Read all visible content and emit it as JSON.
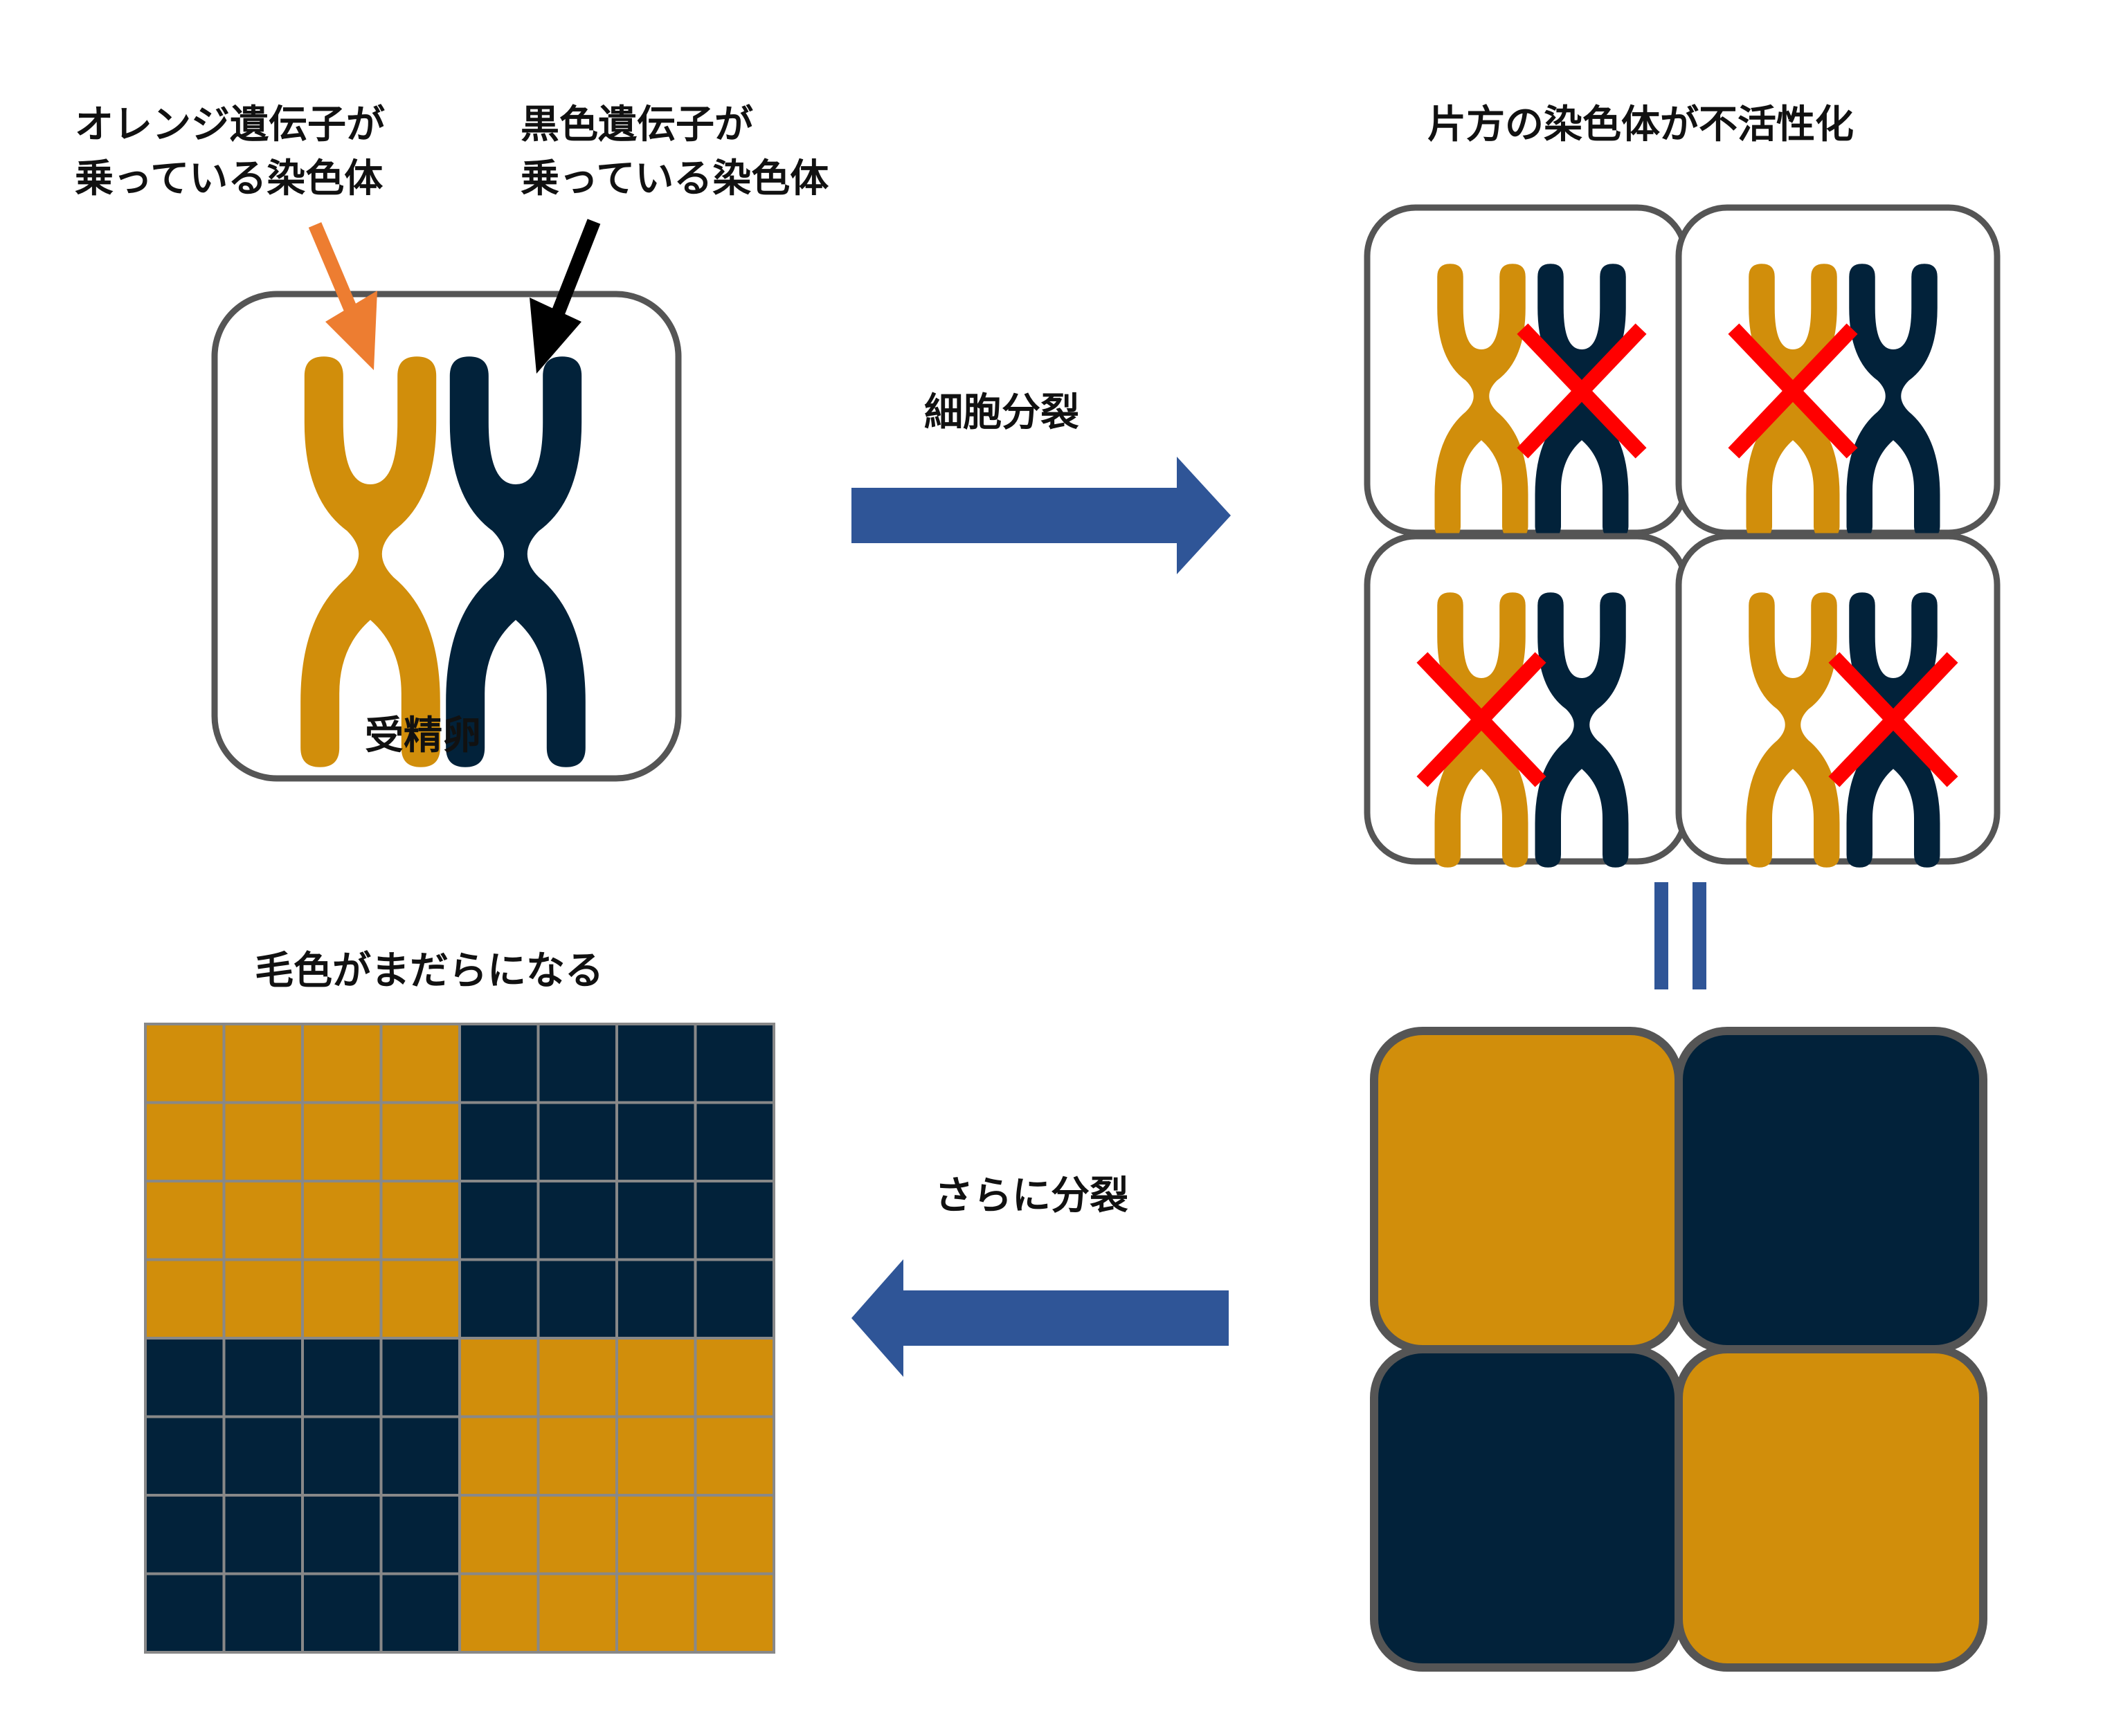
{
  "labels": {
    "orange_chromosome": "オレンジ遺伝子が\n乗っている染色体",
    "orange_line1": "オレンジ遺伝子が",
    "orange_line2": "乗っている染色体",
    "black_line1": "黒色遺伝子が",
    "black_line2": "乗っている染色体",
    "zygote": "受精卵",
    "cell_division": "細胞分裂",
    "inactivation": "片方の染色体が不活性化",
    "further_division": "さらに分裂",
    "coat_mottled": "毛色がまだらになる",
    "equals": "="
  },
  "colors": {
    "orange": "#d18e0b",
    "black": "#02223a",
    "arrow_blue": "#2f5597",
    "orange_arrow": "#ed7d31",
    "cross_red": "#ff0000",
    "box_border": "#555555",
    "grid_line": "#888888"
  },
  "inactivated_cells": [
    {
      "cell": "top-left",
      "crossed": "black"
    },
    {
      "cell": "top-right",
      "crossed": "orange"
    },
    {
      "cell": "bottom-left",
      "crossed": "orange"
    },
    {
      "cell": "bottom-right",
      "crossed": "black"
    }
  ],
  "expressed_cells": [
    {
      "cell": "top-left",
      "color": "orange"
    },
    {
      "cell": "top-right",
      "color": "black"
    },
    {
      "cell": "bottom-left",
      "color": "black"
    },
    {
      "cell": "bottom-right",
      "color": "orange"
    }
  ],
  "mosaic_grid": {
    "rows": 8,
    "cols": 8,
    "quadrants": [
      [
        "orange",
        "black"
      ],
      [
        "black",
        "orange"
      ]
    ]
  }
}
